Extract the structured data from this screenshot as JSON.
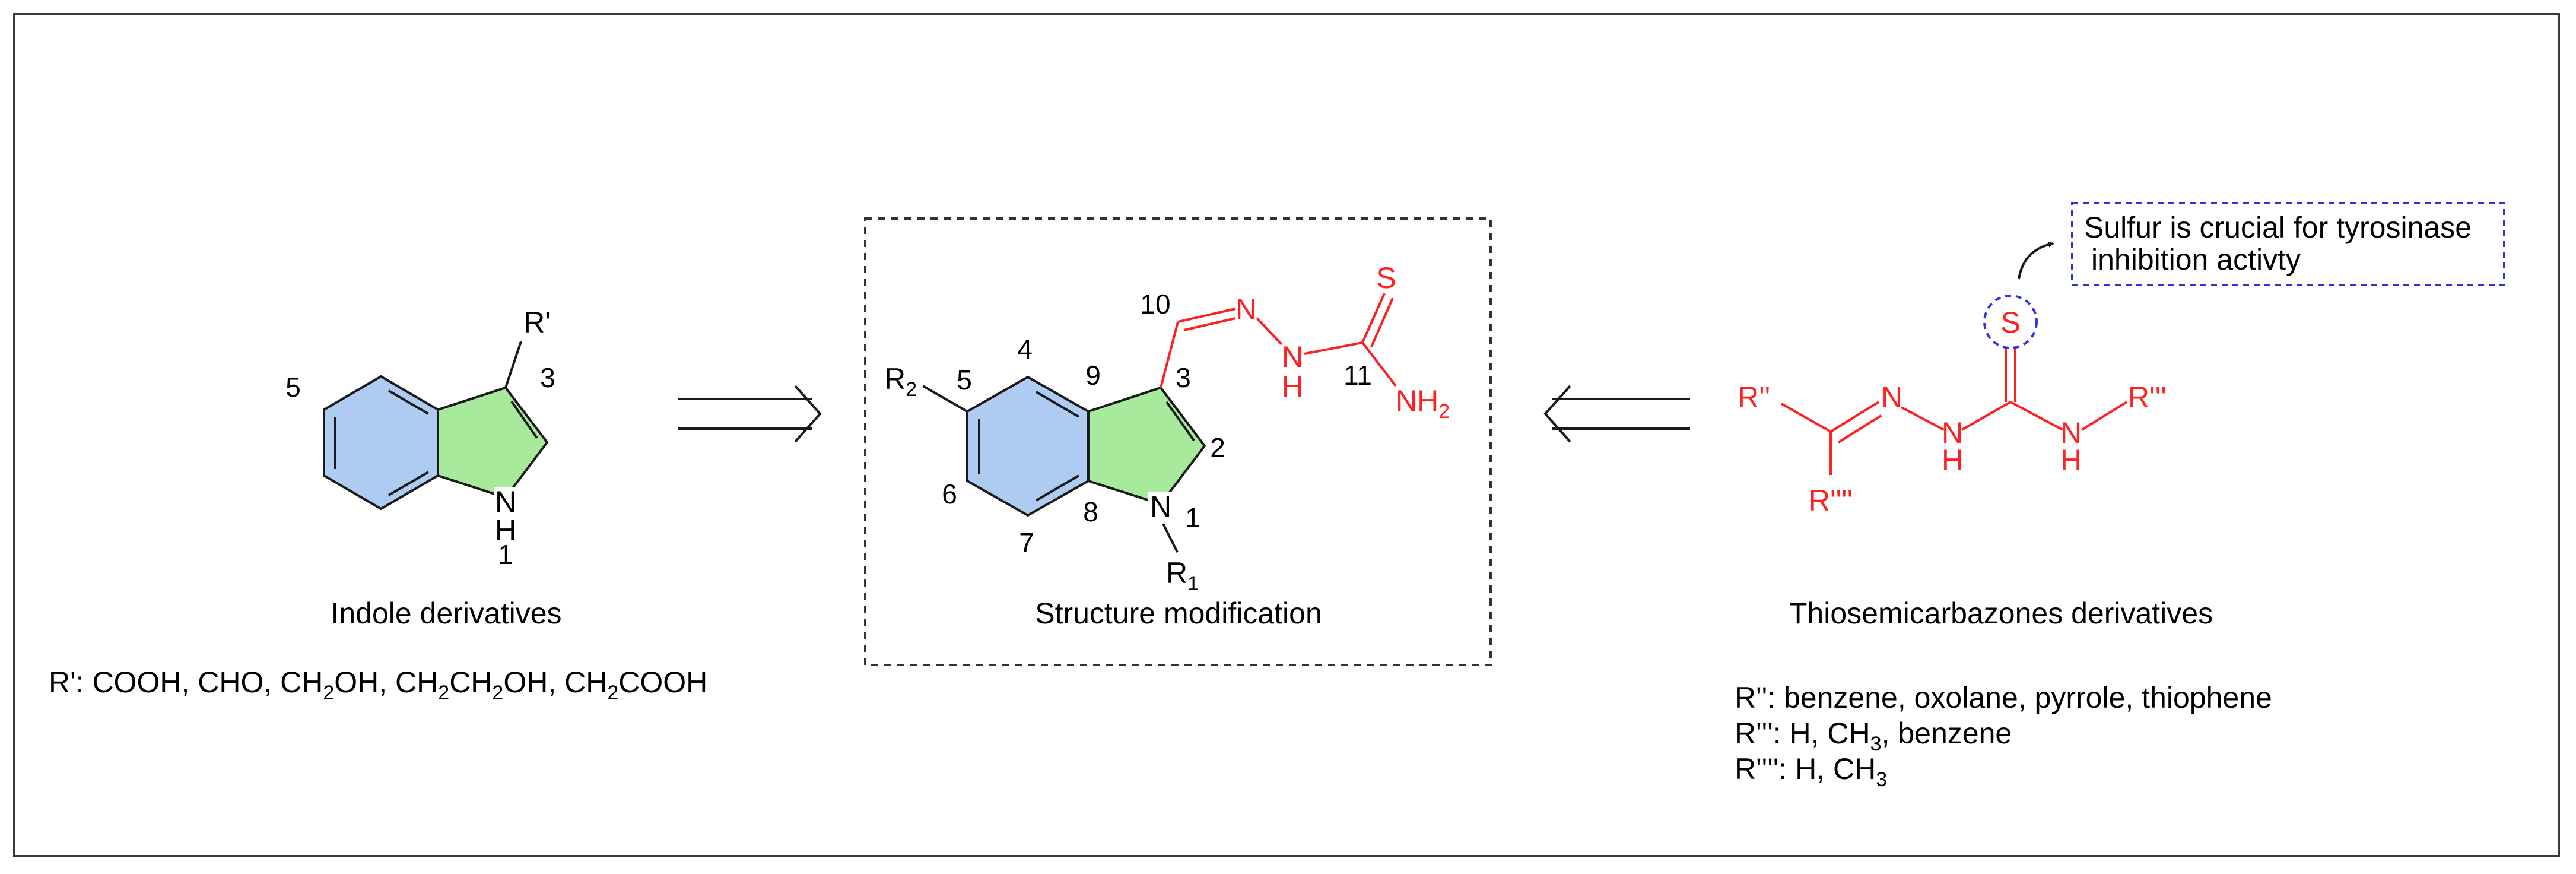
{
  "colors": {
    "benzene_ring": "#aecbf2",
    "pyrrole_ring": "#a7ea9c",
    "thiosemicarbazone": "#ff2020",
    "callout": "#3333dd",
    "ink": "#1a1a1a"
  },
  "indole": {
    "sub_R": "R'",
    "n3": "3",
    "n5": "5",
    "n1": "1",
    "N": "N",
    "H": "H",
    "caption": "Indole derivatives",
    "rlist_prefix": "R': COOH, CHO, CH",
    "rlist_s1": "2",
    "rlist_t1": "OH, CH",
    "rlist_s2": "2",
    "rlist_t2": "CH",
    "rlist_s3": "2",
    "rlist_t3": "OH, CH",
    "rlist_s4": "2",
    "rlist_t4": "COOH"
  },
  "product": {
    "R2_main": "R",
    "R2_sub": "2",
    "R1_main": "R",
    "R1_sub": "1",
    "n10": "10",
    "n4": "4",
    "n9": "9",
    "n3": "3",
    "n5": "5",
    "n2": "2",
    "n6": "6",
    "n7": "7",
    "n8": "8",
    "n1": "1",
    "n11": "11",
    "N_ring": "N",
    "N_imine": "N",
    "N_h": "N",
    "H": "H",
    "S": "S",
    "NH2_main": "NH",
    "NH2_sub": "2",
    "caption": "Structure modification"
  },
  "tsc": {
    "R2p": "R''",
    "R3p": "R'''",
    "R4p": "R''''",
    "N1": "N",
    "N2": "N",
    "H2": "H",
    "N3": "N",
    "H3": "H",
    "S": "S",
    "callout_line1": "Sulfur is crucial for tyrosinase",
    "callout_line2": "inhibition activty",
    "caption": "Thiosemicarbazones derivatives",
    "l1": "R'': benzene, oxolane, pyrrole, thiophene",
    "l2_a": "R''': H, CH",
    "l2_sub": "3",
    "l2_b": ", benzene",
    "l3_a": "R'''': H, CH",
    "l3_sub": "3"
  }
}
